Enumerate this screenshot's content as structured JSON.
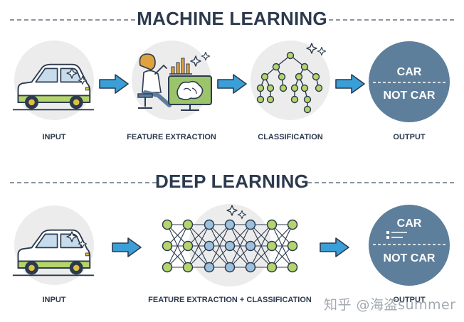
{
  "sections": {
    "machine_learning": {
      "title": "MACHINE LEARNING",
      "labels": {
        "input": "INPUT",
        "feature_extraction": "FEATURE EXTRACTION",
        "classification": "CLASSIFICATION",
        "output": "OUTPUT"
      },
      "output": {
        "car": "CAR",
        "not_car": "NOT CAR"
      }
    },
    "deep_learning": {
      "title": "DEEP LEARNING",
      "labels": {
        "input": "INPUT",
        "feature_extraction_classification": "FEATURE EXTRACTION + CLASSIFICATION",
        "output": "OUTPUT"
      },
      "output": {
        "car": "CAR",
        "not_car": "NOT CAR"
      }
    }
  },
  "watermark": "知乎 @海盗summer",
  "colors": {
    "title": "#2c3a4e",
    "circle_bg": "#ececec",
    "arrow": "#3a9fd6",
    "output_circle": "#5e7f9b",
    "node_green": "#b5d46b",
    "node_blue": "#9dc0dc",
    "outline": "#2c3a4e"
  },
  "icons": [
    "car-icon",
    "arrow-right-icon",
    "person-laptop-icon",
    "brain-monitor-icon",
    "tree-icon",
    "neural-network-icon",
    "sparkle-icon",
    "list-icon"
  ]
}
